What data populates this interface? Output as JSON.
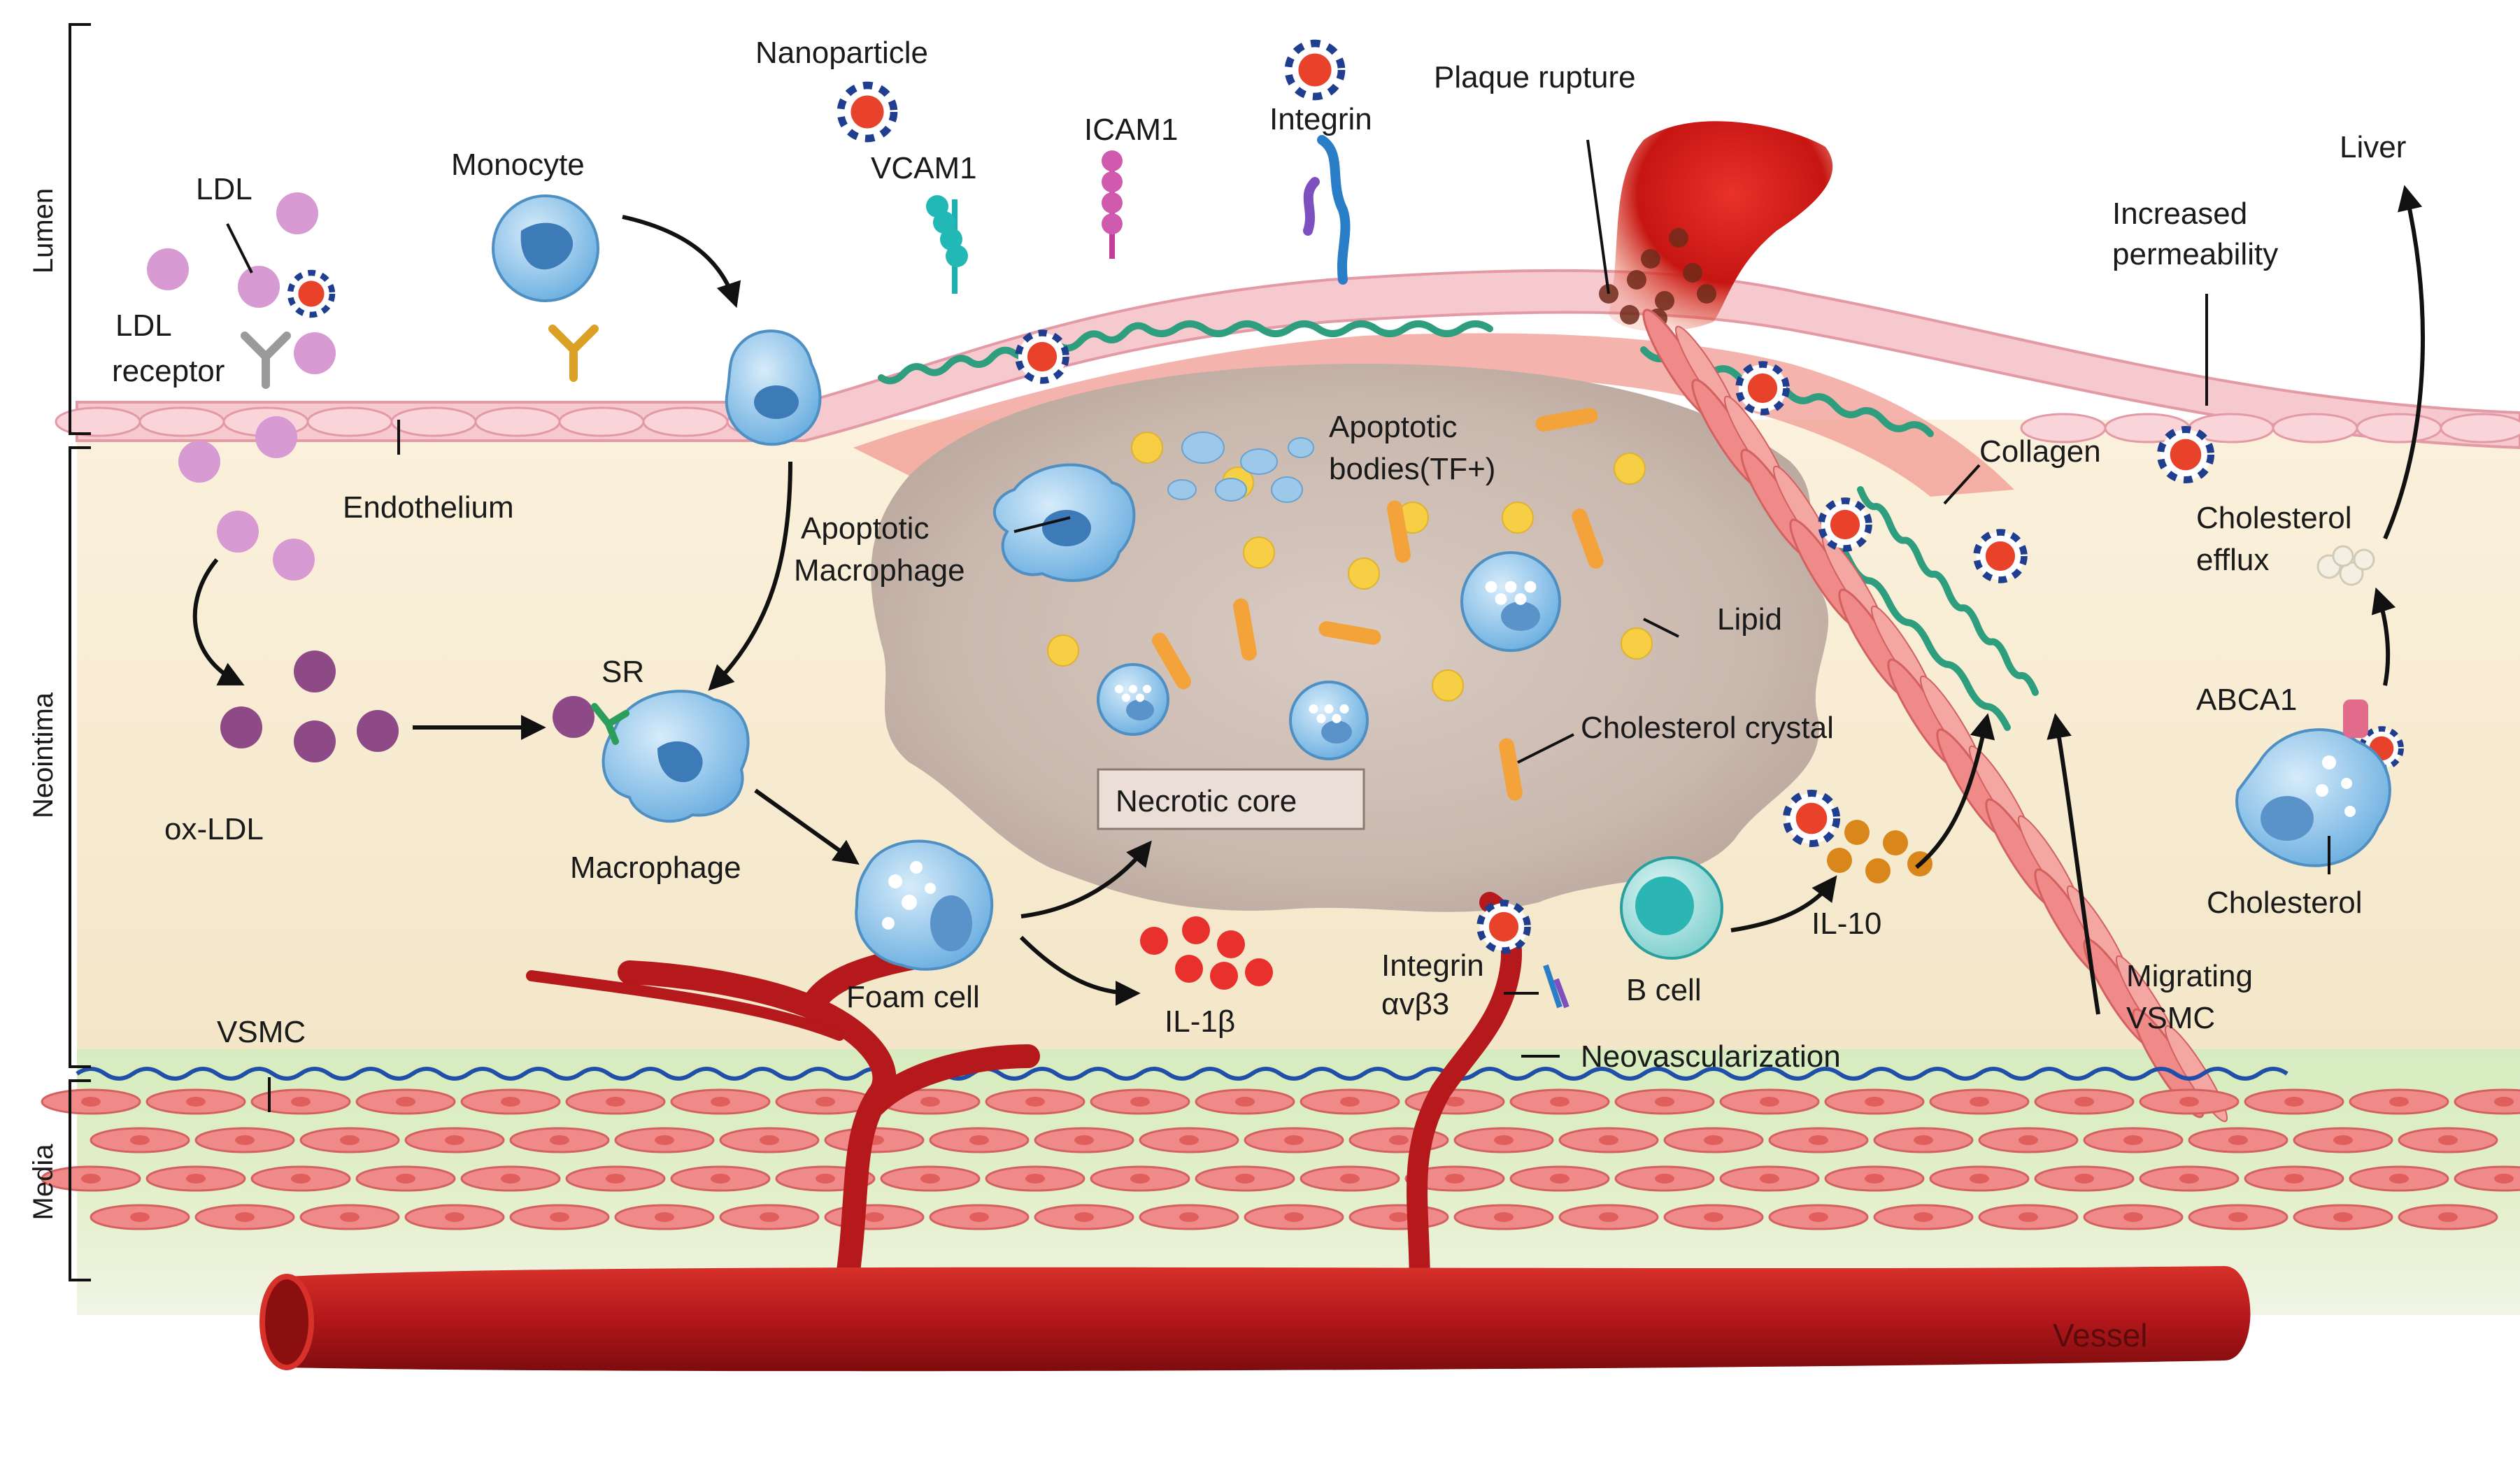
{
  "regions": {
    "lumen": "Lumen",
    "neointima": "Neointima",
    "media": "Media"
  },
  "labels": {
    "nanoparticle": "Nanoparticle",
    "vcam1": "VCAM1",
    "icam1": "ICAM1",
    "integrin": "Integrin",
    "plaque_rupture": "Plaque rupture",
    "liver": "Liver",
    "increased_permeability_1": "Increased",
    "increased_permeability_2": "permeability",
    "ldl": "LDL",
    "ldl_receptor_1": "LDL",
    "ldl_receptor_2": "receptor",
    "monocyte": "Monocyte",
    "endothelium": "Endothelium",
    "apoptotic_bodies_1": "Apoptotic",
    "apoptotic_bodies_2": "bodies(TF+)",
    "apoptotic_macrophage_1": "Apoptotic",
    "apoptotic_macrophage_2": "Macrophage",
    "collagen": "Collagen",
    "cholesterol_efflux_1": "Cholesterol",
    "cholesterol_efflux_2": "efflux",
    "sr": "SR",
    "lipid": "Lipid",
    "cholesterol_crystal": "Cholesterol crystal",
    "abca1": "ABCA1",
    "ox_ldl": "ox-LDL",
    "macrophage": "Macrophage",
    "necrotic_core": "Necrotic core",
    "foam_cell": "Foam cell",
    "il1b": "IL-1β",
    "integrin_avb3_1": "Integrin",
    "integrin_avb3_2": "αvβ3",
    "b_cell": "B cell",
    "il10": "IL-10",
    "cholesterol": "Cholesterol",
    "migrating_vsmc_1": "Migrating",
    "migrating_vsmc_2": "VSMC",
    "vsmc": "VSMC",
    "neovascularization": "Neovascularization",
    "vessel": "Vessel"
  },
  "colors": {
    "ldl": "#d79ad2",
    "ox_ldl": "#8e4a86",
    "monocyte": "#6aaee0",
    "nanoparticle_core": "#e8432a",
    "nanoparticle_ring": "#1f3e8f",
    "vessel": "#b5191b",
    "collagen": "#2e9e7e",
    "endothelium": "#f5c7cf",
    "vsmc": "#f08a88",
    "lipid": "#f6cf45",
    "crystal": "#f4a23a",
    "il1b": "#e8302c",
    "il10": "#d9861a",
    "b_cell": "#2bb5b3",
    "necrotic_core": "#c8b7ae"
  }
}
